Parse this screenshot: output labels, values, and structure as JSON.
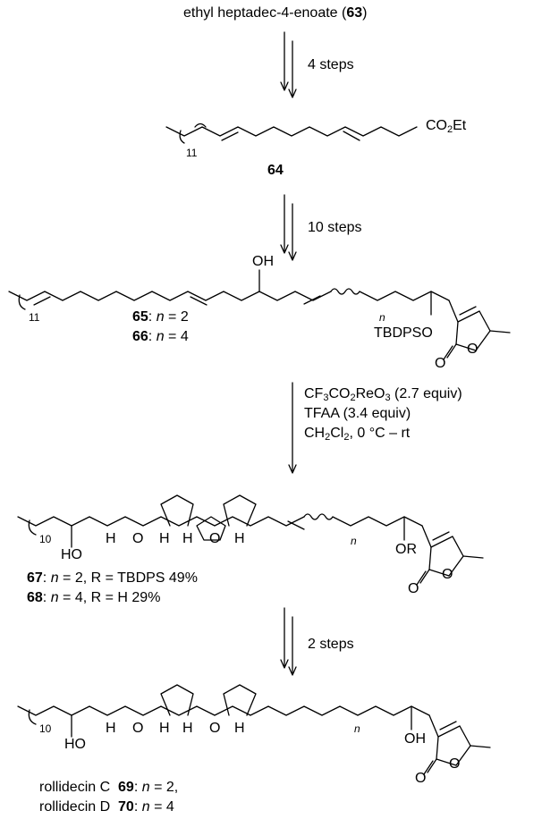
{
  "start_compound": {
    "name": "ethyl heptadec-4-enoate",
    "number": "63"
  },
  "steps": {
    "s1": "4 steps",
    "s2": "10 steps",
    "s3_reagent1_prefix": "CF",
    "s3_reagent1_sub1": "3",
    "s3_reagent1_mid": "CO",
    "s3_reagent1_sub2": "2",
    "s3_reagent1_mid2": "ReO",
    "s3_reagent1_sub3": "3",
    "s3_reagent1_suffix": " (2.7 equiv)",
    "s3_reagent2": "TFAA (3.4 equiv)",
    "s3_solvent_prefix": "CH",
    "s3_solvent_sub1": "2",
    "s3_solvent_mid": "Cl",
    "s3_solvent_sub2": "2",
    "s3_solvent_suffix": ", 0 °C – rt",
    "s4": "2 steps"
  },
  "labels": {
    "c64_ester_prefix": "CO",
    "c64_ester_sub": "2",
    "c64_ester_suffix": "Et",
    "c64_num": "64",
    "sub11": "11",
    "sub10": "10",
    "oh": "OH",
    "tbdpso": "TBDPSO",
    "ho": "HO",
    "or": "OR",
    "o": "O",
    "h": "H",
    "n": "n",
    "c65_num": "65",
    "c65_text": ": ",
    "c65_n": "n",
    "c65_val": " = 2",
    "c66_num": "66",
    "c66_text": ": ",
    "c66_n": "n",
    "c66_val": " = 4",
    "c67_num": "67",
    "c67_text": ": ",
    "c67_n": "n",
    "c67_val": " = 2, R = TBDPS  49%",
    "c68_num": "68",
    "c68_text": ": ",
    "c68_n": "n",
    "c68_val": " = 4, R = H  29%",
    "c69_name": "rollidecin C",
    "c69_num": "69",
    "c69_text": ": ",
    "c69_n": "n",
    "c69_val": " = 2,",
    "c70_name": "rollidecin D",
    "c70_num": "70",
    "c70_text": ": ",
    "c70_n": "n",
    "c70_val": " = 4"
  }
}
